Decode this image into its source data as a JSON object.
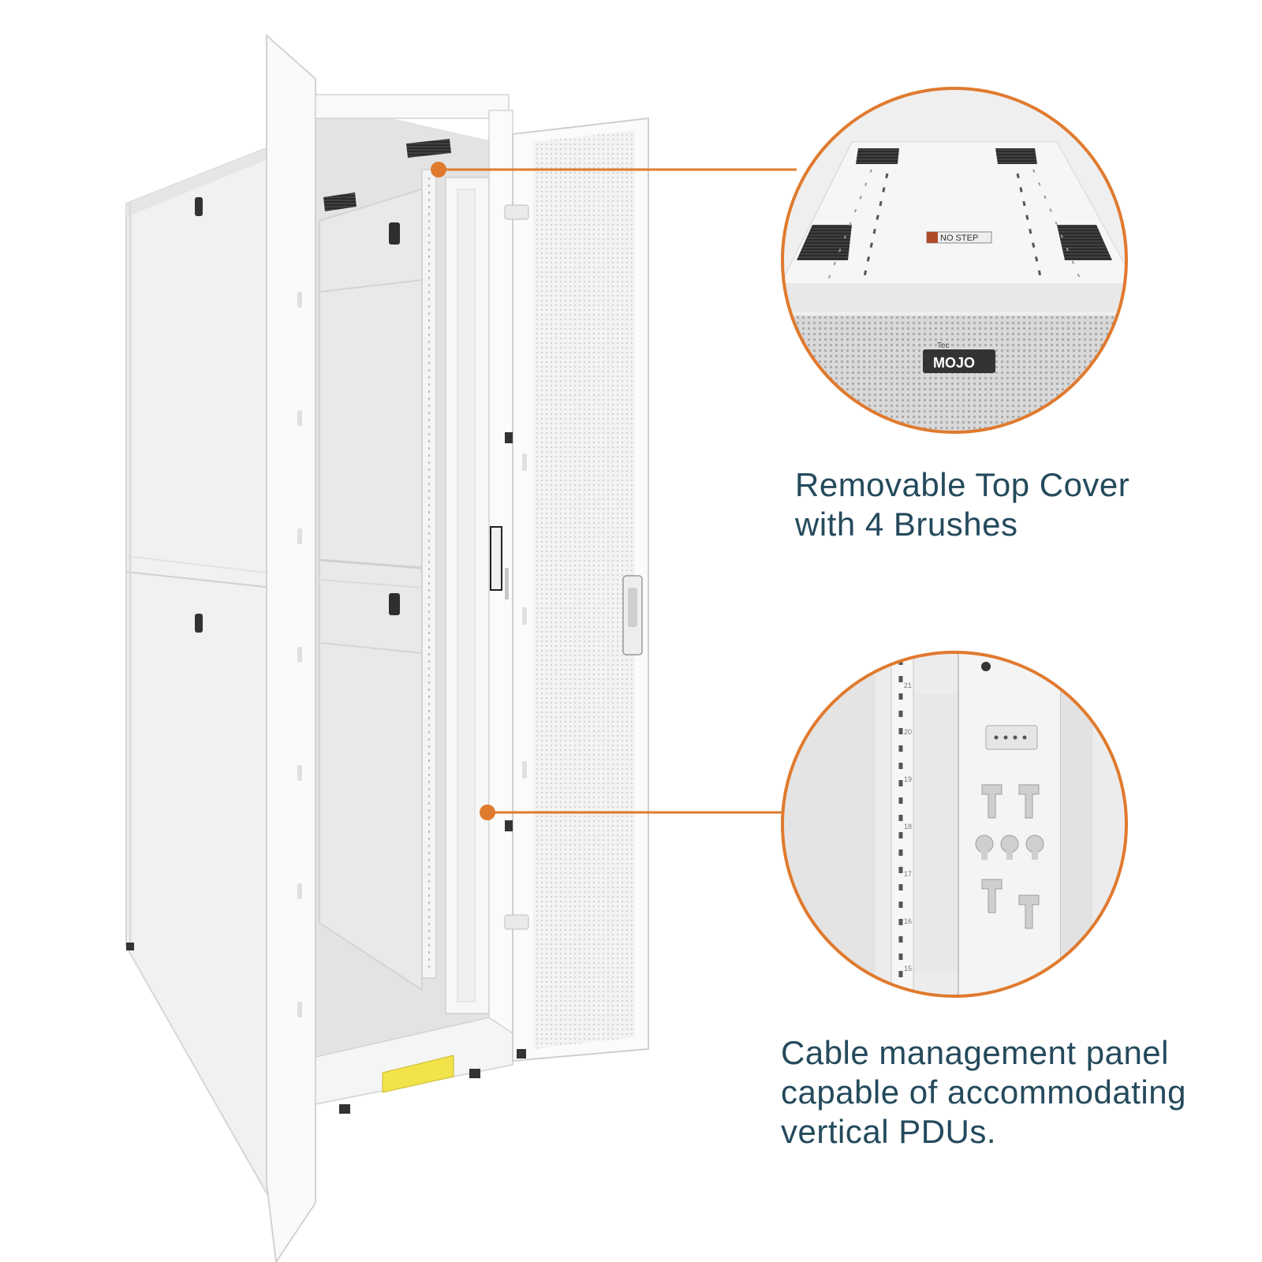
{
  "accent_color": "#e07a2e",
  "caption_color": "#244a5c",
  "callouts": [
    {
      "lines": [
        "Removable Top Cover",
        "with 4 Brushes"
      ],
      "detail_icon": "top-cover-closeup"
    },
    {
      "lines": [
        "Cable management panel",
        "capable of accommodating",
        "vertical PDUs."
      ],
      "detail_icon": "cable-panel-closeup"
    }
  ],
  "top_detail": {
    "label": "NO STEP",
    "brand": "MOJO",
    "brand_prefix": "Tec"
  },
  "rail_numbers": [
    "21",
    "20",
    "19",
    "18",
    "17",
    "16",
    "15"
  ]
}
